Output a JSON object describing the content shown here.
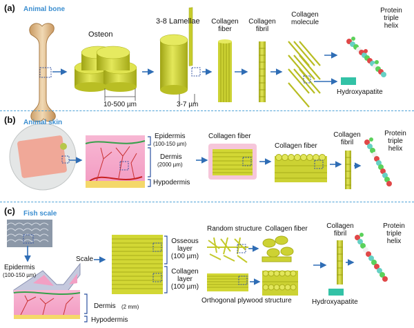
{
  "panel_a": {
    "label": "(a)",
    "title": "Animal bone",
    "osteon": "Osteon",
    "lamellae": "3-8 Lamellae",
    "collagen_fiber": [
      "Collagen",
      "fiber"
    ],
    "collagen_fibril": [
      "Collagen",
      "fibril"
    ],
    "collagen_molecule": [
      "Collagen",
      "molecule"
    ],
    "protein_triple_helix": [
      "Protein",
      "triple",
      "helix"
    ],
    "hydroxyapatite": "Hydroxyapatite",
    "dim_osteon": "10-500 µm",
    "dim_lamellae": "3-7 µm"
  },
  "panel_b": {
    "label": "(b)",
    "title": "Animal skin",
    "epidermis": "Epidermis",
    "epidermis_size": "(100-150 µm)",
    "dermis": "Dermis",
    "dermis_size": "(2000 µm)",
    "hypodermis": "Hypodermis",
    "collagen_fiber_1": "Collagen fiber",
    "collagen_fiber_2": "Collagen fiber",
    "collagen_fibril": [
      "Collagen",
      "fibril"
    ],
    "protein_triple_helix": [
      "Protein",
      "triple",
      "helix"
    ]
  },
  "panel_c": {
    "label": "(c)",
    "title": "Fish scale",
    "scale": "Scale",
    "epidermis": "Epidermis",
    "epidermis_size": "(100-150 µm)",
    "osseous_layer": [
      "Osseous",
      "layer",
      "(100 µm)"
    ],
    "collagen_layer": [
      "Collagen",
      "layer",
      "(100 µm)"
    ],
    "dermis": "Dermis",
    "dermis_size": "(2 mm)",
    "hypodermis": "Hypodermis",
    "random_structure": "Random structure",
    "collagen_fiber": "Collagen fiber",
    "orthogonal": "Orthogonal plywood structure",
    "collagen_fibril": [
      "Collagen",
      "fibril"
    ],
    "protein_triple_helix": [
      "Protein",
      "triple",
      "helix"
    ],
    "hydroxyapatite": "Hydroxyapatite"
  },
  "colors": {
    "fiber_yellow": "#d4d93a",
    "fiber_dark": "#a8ad1a",
    "skin_pink": "#f4a6c8",
    "separator_blue": "#4aa0d6",
    "title_blue": "#3b8ed0",
    "hydroxyapatite": "#33c2a6"
  }
}
